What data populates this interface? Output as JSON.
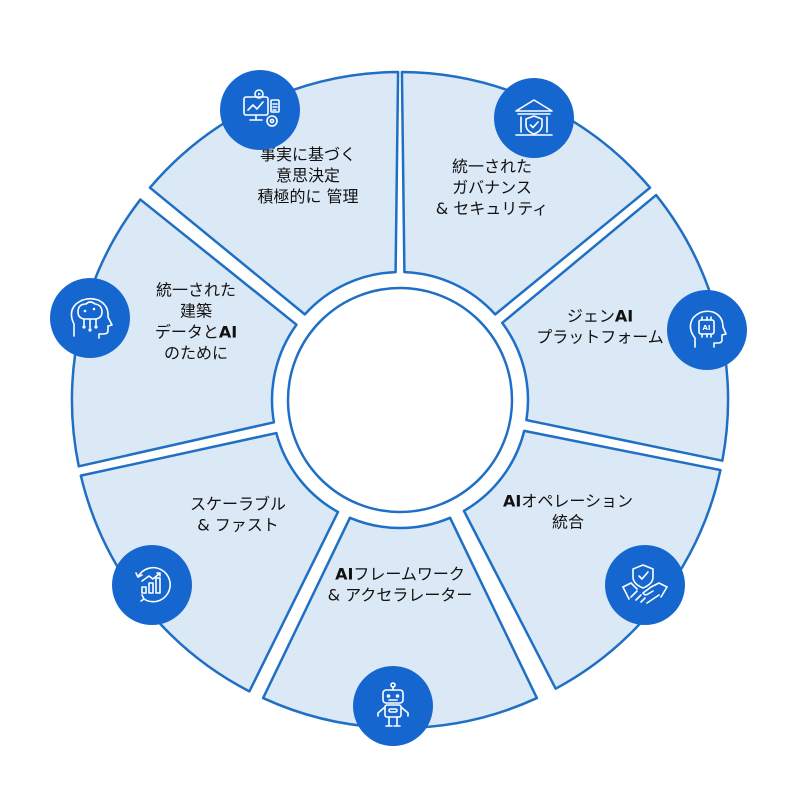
{
  "colors": {
    "accent": "#1567cf",
    "segment_fill": "#dbe8f5",
    "segment_stroke": "#1f6fc5"
  },
  "segments": [
    {
      "id": "data-driven",
      "icon": "monitor-analytics-icon",
      "lines": [
        "事実に基づく",
        "意思決定",
        "積極的に 管理"
      ]
    },
    {
      "id": "governance",
      "icon": "bank-shield-icon",
      "lines": [
        "統一された",
        "ガバナンス",
        "& セキュリティ"
      ]
    },
    {
      "id": "genai-platform",
      "icon": "ai-head-icon",
      "lines": [
        "ジェンAI",
        "プラットフォーム"
      ]
    },
    {
      "id": "ai-operations",
      "icon": "handshake-shield-icon",
      "lines": [
        "AIオペレーション",
        "統合"
      ]
    },
    {
      "id": "ai-framework",
      "icon": "robot-icon",
      "lines": [
        "AIフレームワーク",
        "& アクセラレーター"
      ]
    },
    {
      "id": "scalable",
      "icon": "growth-chart-icon",
      "lines": [
        "スケーラブル",
        "& ファスト"
      ]
    },
    {
      "id": "unified-architecture",
      "icon": "brain-head-icon",
      "lines": [
        "統一された",
        "建築",
        "データとAI",
        "のために"
      ]
    }
  ]
}
